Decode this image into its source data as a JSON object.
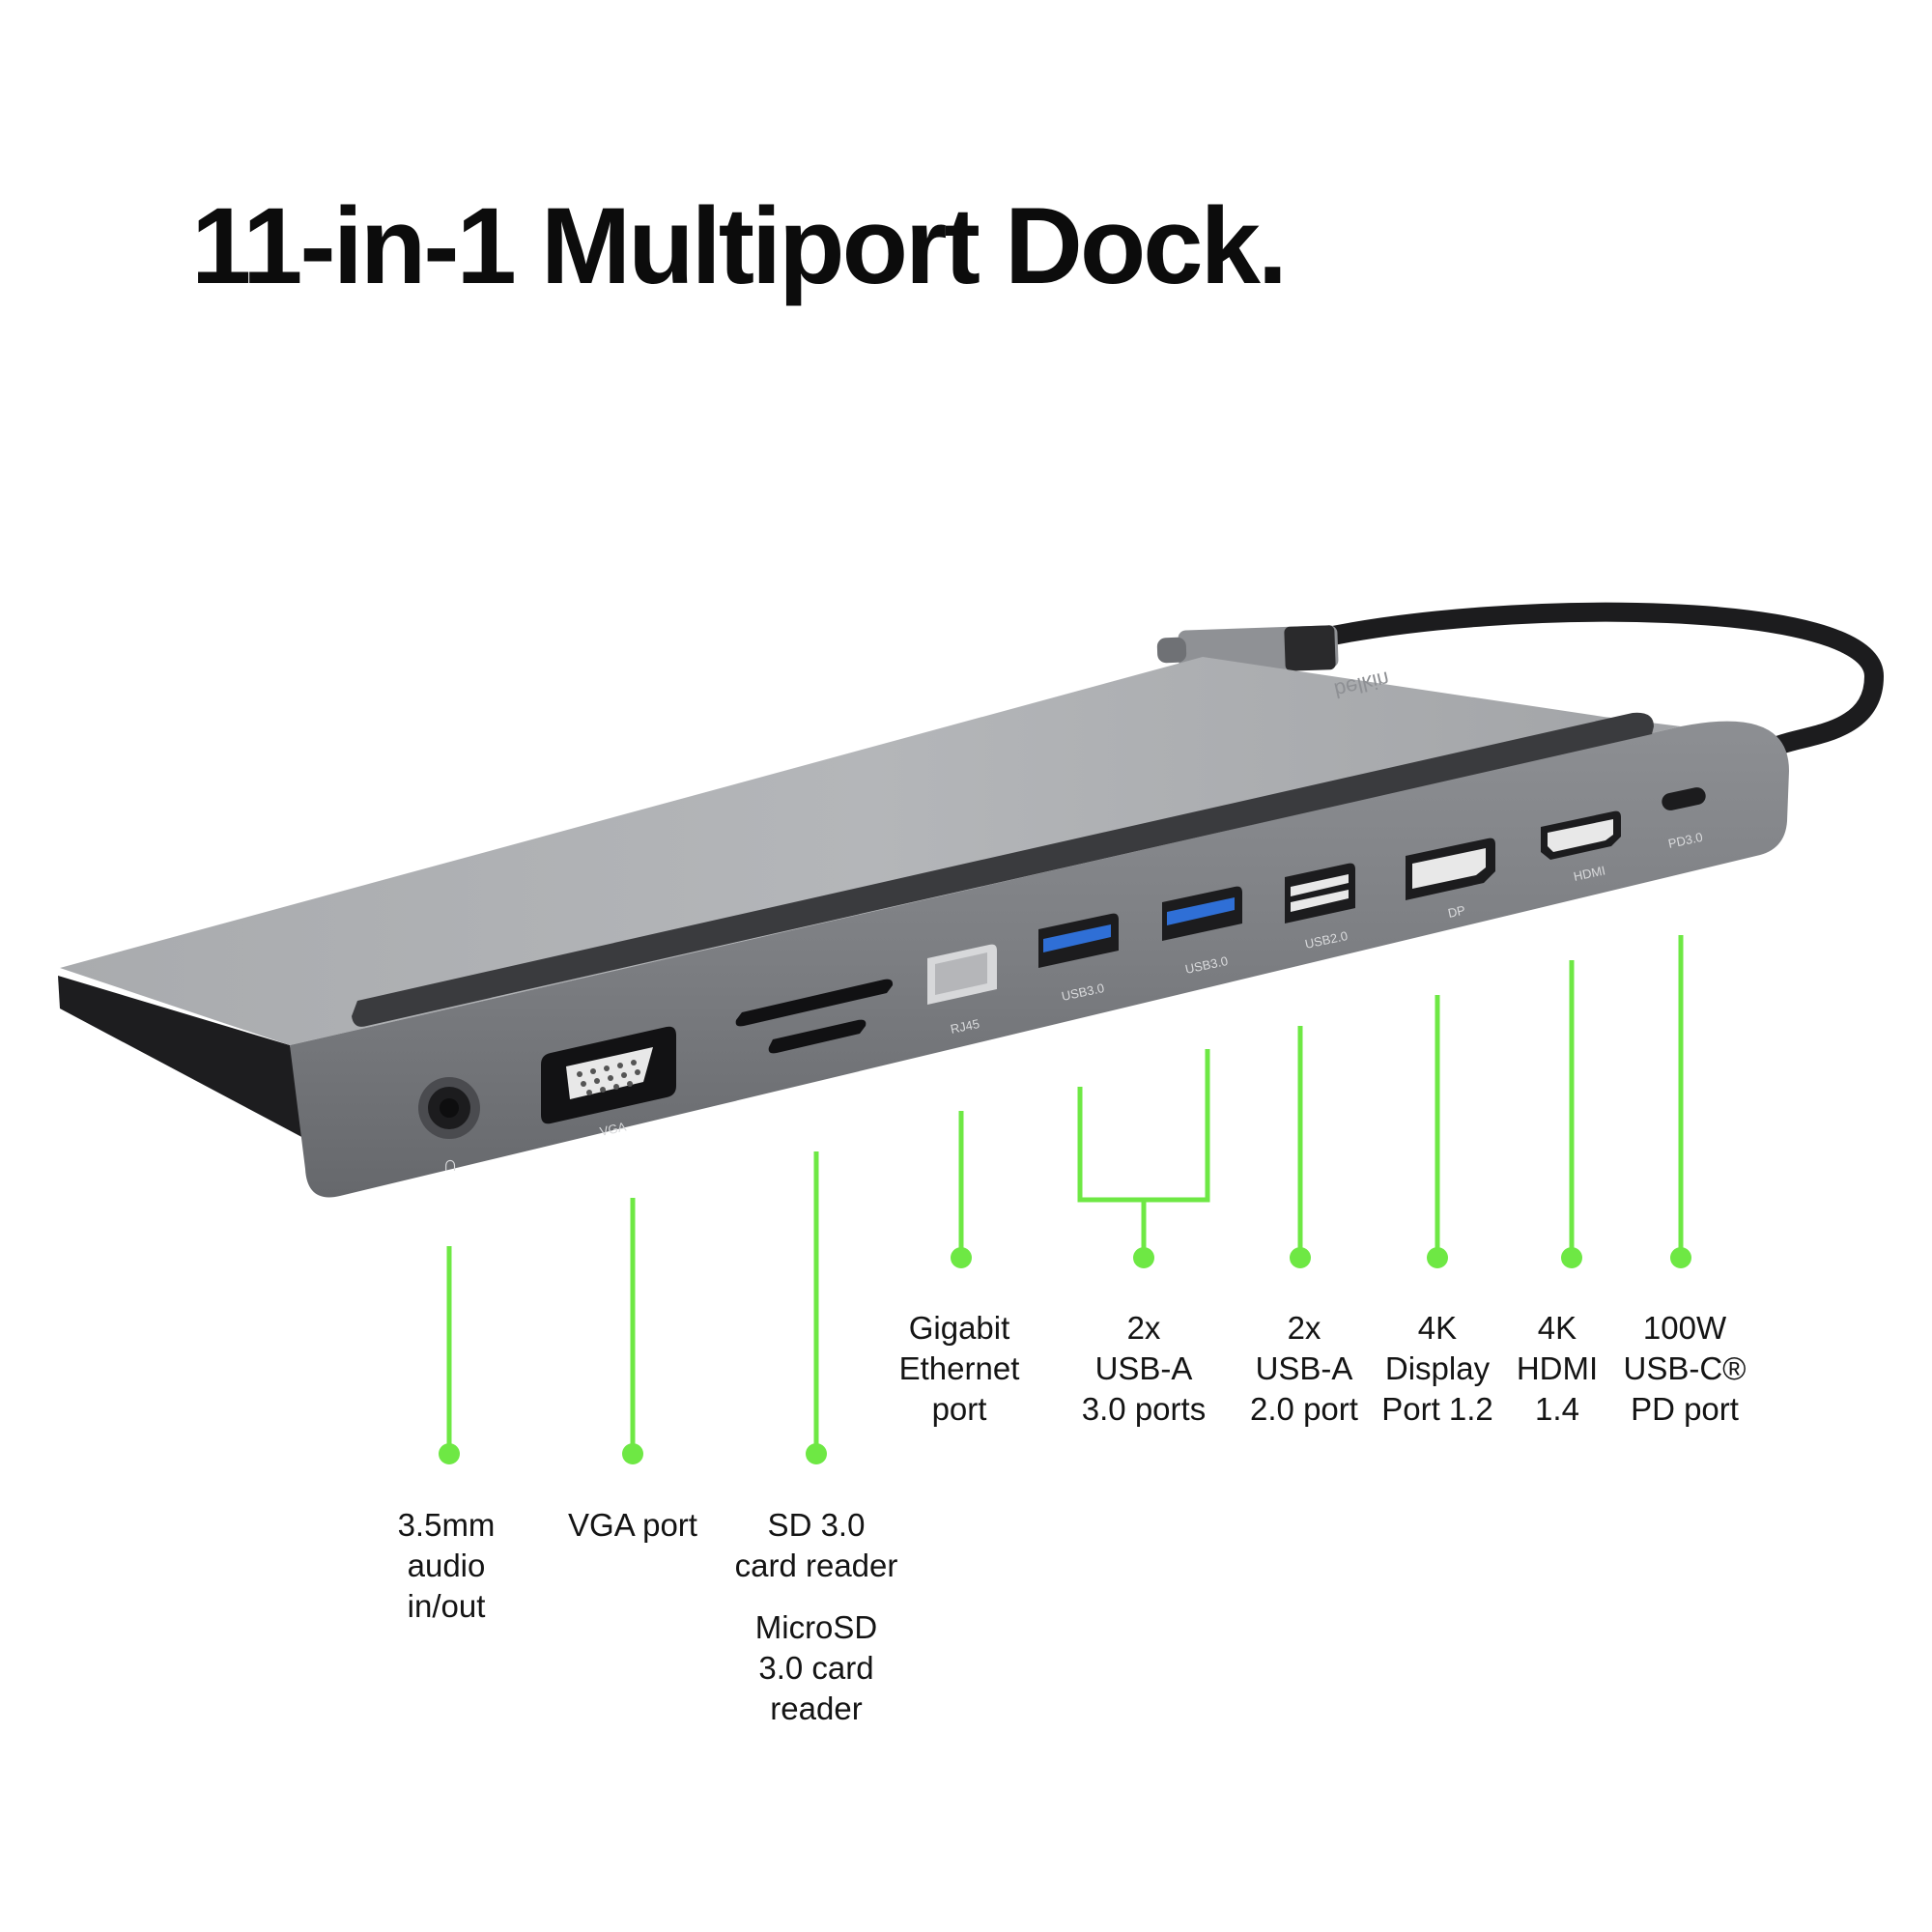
{
  "title": "11-in-1 Multiport Dock.",
  "accent_color": "#6ee844",
  "dock": {
    "brand": "belkin",
    "port_labels": {
      "vga": "VGA",
      "rj45": "RJ45",
      "usb30_a": "USB3.0",
      "usb30_b": "USB3.0",
      "usb20": "USB2.0",
      "dp": "DP",
      "hdmi": "HDMI",
      "pd": "PD3.0"
    }
  },
  "callouts": {
    "audio": "3.5mm\naudio\nin/out",
    "vga": "VGA port",
    "sd": "SD 3.0\ncard reader",
    "microsd": "MicroSD\n3.0 card\nreader",
    "ethernet": "Gigabit\nEthernet\nport",
    "usb30": "2x\nUSB-A\n3.0 ports",
    "usb20": "2x\nUSB-A\n2.0 port",
    "displayport": "4K\nDisplay\nPort 1.2",
    "hdmi": "4K\nHDMI\n1.4",
    "usbc": "100W\nUSB-C®\nPD port"
  }
}
